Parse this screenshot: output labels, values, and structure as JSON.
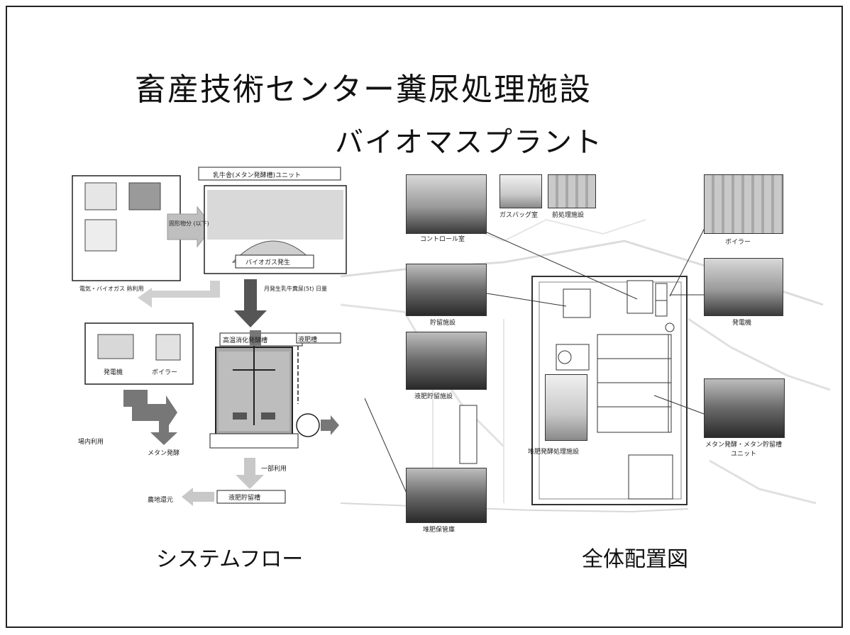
{
  "title": "畜産技術センター糞尿処理施設",
  "subtitle": "バイオマスプラント",
  "captions": {
    "left": "システムフロー",
    "right": "全体配置図"
  },
  "flow": {
    "header_box": "乳牛舎(メタン発酵槽)ユニット",
    "arrow_label": "固形物分 (以下)",
    "gas_box": "バイオガス発生",
    "intake_note": "月発生乳牛糞尿(5t) 日量",
    "methane_box": "高温消化発酵槽",
    "left_note": "電気・バイオガス 熱利用",
    "gen_label": "発電機",
    "boiler_label": "ボイラー",
    "out_left": "場内利用",
    "out_right": "メタン発酵",
    "side_label": "液肥槽",
    "digest_label": "一部利用",
    "bottom_box": "液肥貯留槽",
    "bottom_out": "農地還元"
  },
  "layout_labels": {
    "control_room": "コントロール室",
    "small_photo_1": "ガスバッグ室",
    "small_photo_2": "前処理施設",
    "storage": "貯留施設",
    "liquid_tank": "液肥貯留施設",
    "compost_shed": "堆肥保管庫",
    "boiler": "ボイラー",
    "generator": "発電機",
    "methane_unit": "メタン発酵・メタン貯留槽ユニット",
    "center_label": "堆肥発酵処理施設"
  }
}
